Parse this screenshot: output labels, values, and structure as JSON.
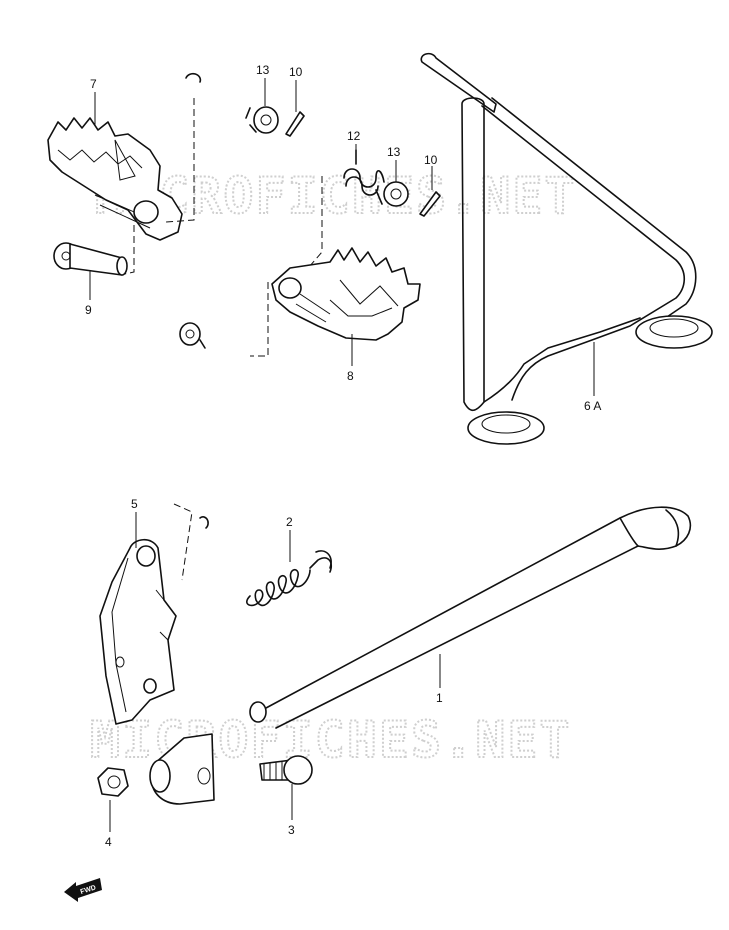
{
  "watermark": {
    "text": "MICROFICHES.NET"
  },
  "direction_badge": {
    "text": "FWD"
  },
  "callouts": [
    {
      "id": "c7",
      "text": "7"
    },
    {
      "id": "c13a",
      "text": "13"
    },
    {
      "id": "c10a",
      "text": "10"
    },
    {
      "id": "c12",
      "text": "12"
    },
    {
      "id": "c13b",
      "text": "13"
    },
    {
      "id": "c10b",
      "text": "10"
    },
    {
      "id": "c9",
      "text": "9"
    },
    {
      "id": "c8",
      "text": "8"
    },
    {
      "id": "c6A",
      "text": "6 A"
    },
    {
      "id": "c5",
      "text": "5"
    },
    {
      "id": "c2",
      "text": "2"
    },
    {
      "id": "c1",
      "text": "1"
    },
    {
      "id": "c4",
      "text": "4"
    },
    {
      "id": "c3",
      "text": "3"
    }
  ]
}
